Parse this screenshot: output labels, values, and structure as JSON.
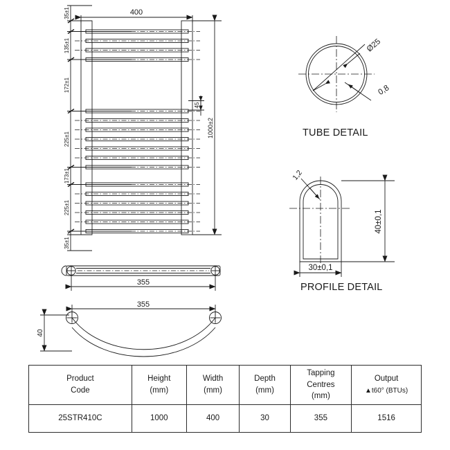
{
  "drawing": {
    "front_view": {
      "width_dim": "400",
      "height_dim": "1000±2",
      "rail_spacing_dim": "45",
      "vertical_dims": [
        {
          "label": "35±1"
        },
        {
          "label": "135±1"
        },
        {
          "label": "172±1"
        },
        {
          "label": "225±1"
        },
        {
          "label": "173±1"
        },
        {
          "label": "225±1"
        },
        {
          "label": "35±1"
        }
      ]
    },
    "top_view": {
      "width_dim": "355"
    },
    "curved_view": {
      "width_dim": "355",
      "depth_dim": "40"
    },
    "tube_detail": {
      "caption": "TUBE DETAIL",
      "diameter": "Ø25",
      "wall_thickness": "0,8"
    },
    "profile_detail": {
      "caption": "PROFILE DETAIL",
      "wall_thickness": "1,2",
      "height": "40±0,1",
      "width": "30±0,1"
    }
  },
  "spec_table": {
    "headers": [
      {
        "line1": "Product",
        "line2": "Code",
        "line3": ""
      },
      {
        "line1": "Height",
        "line2": "(mm)",
        "line3": ""
      },
      {
        "line1": "Width",
        "line2": "(mm)",
        "line3": ""
      },
      {
        "line1": "Depth",
        "line2": "(mm)",
        "line3": ""
      },
      {
        "line1": "Tapping",
        "line2": "Centres",
        "line3": "(mm)"
      },
      {
        "line1": "Output",
        "line2": "▲t60° (BTUs)",
        "line3": ""
      }
    ],
    "row": {
      "product_code": "25STR410C",
      "height": "1000",
      "width": "400",
      "depth": "30",
      "tapping_centres": "355",
      "output": "1516"
    }
  },
  "colors": {
    "line": "#1a1a1a",
    "background": "#ffffff"
  }
}
